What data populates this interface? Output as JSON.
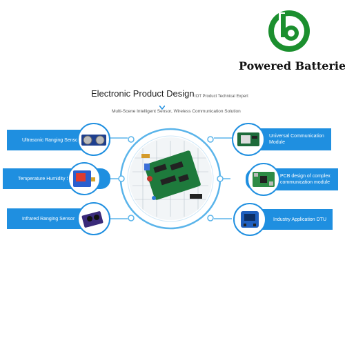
{
  "brand": {
    "logo_icon": "power-b-icon",
    "name": "Powered Batteries",
    "color": "#1b8f2e"
  },
  "header": {
    "title": "Electronic Product Design",
    "subtitle": "IOT Product Technical Expert",
    "tagline": "Multi-Scene Intelligent Sensor, Wireless Communication Solution"
  },
  "left_items": [
    {
      "label": "Ultrasonic Ranging Sensor",
      "icon": "ultrasonic-sensor-icon"
    },
    {
      "label": "Temperature  Humidity Sensor",
      "icon": "humidity-sensor-icon"
    },
    {
      "label": "Infrared Ranging Sensor",
      "icon": "infrared-sensor-icon"
    }
  ],
  "right_items": [
    {
      "label": "Universal Communication Module",
      "icon": "communication-module-icon"
    },
    {
      "label": "PCB design of complex communication module",
      "icon": "pcb-board-icon"
    },
    {
      "label": "Industry Application DTU",
      "icon": "dtu-device-icon"
    }
  ],
  "center": {
    "icon": "circuit-board-icon"
  },
  "colors": {
    "accent": "#1f8fe0",
    "ring": "#5ab4ea"
  }
}
